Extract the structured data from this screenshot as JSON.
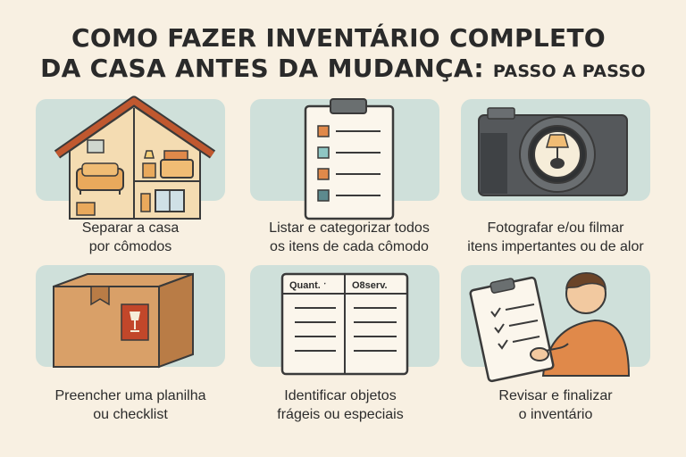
{
  "title": {
    "line1": "COMO FAZER INVENTÁRIO COMPLETO",
    "line2_main": "DA CASA ANTES DA MUDANÇA:",
    "line2_small": "PASSO A PASSO"
  },
  "steps": [
    {
      "icon": "house-icon",
      "line1": "Separar a casa",
      "line2": "por cômodos"
    },
    {
      "icon": "clipboard-checklist-icon",
      "line1": "Listar e categorizar todos",
      "line2": "os itens de cada cômodo"
    },
    {
      "icon": "camera-icon",
      "line1": "Fotografar e/ou filmar",
      "line2": "itens impertantes ou de alor"
    },
    {
      "icon": "box-icon",
      "line1": "Preencher uma planilha",
      "line2": "ou checklist"
    },
    {
      "icon": "inventory-sheet-icon",
      "line1": "Identificar objetos",
      "line2": "frágeis ou especiais",
      "sheet": {
        "col1": "Quant. ˑ",
        "col2": "O8serv."
      }
    },
    {
      "icon": "person-reviewing-icon",
      "line1": "Revisar e finalizar",
      "line2": "o inventário"
    }
  ],
  "colors": {
    "background": "#f8f0e2",
    "card": "#cfe0da",
    "accent_orange": "#e0894a",
    "roof": "#c0582f",
    "outline": "#3a3a3a"
  }
}
